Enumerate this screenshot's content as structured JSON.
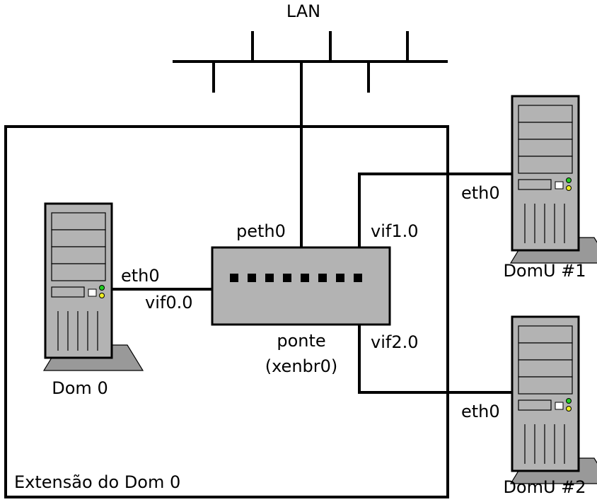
{
  "labels": {
    "lan": "LAN",
    "dom0": "Dom 0",
    "domu1": "DomU #1",
    "domu2": "DomU #2",
    "dom0_eth": "eth0",
    "domu1_eth": "eth0",
    "domu2_eth": "eth0",
    "vif00": "vif0.0",
    "vif10": "vif1.0",
    "vif20": "vif2.0",
    "peth0": "peth0",
    "bridge_line1": "ponte",
    "bridge_line2": "(xenbr0)",
    "region": "Extensão do Dom 0"
  },
  "icons": {
    "server": "server-tower-icon",
    "bridge": "network-bridge-icon"
  },
  "colors": {
    "case": "#b3b3b3",
    "led_green": "#22cc22",
    "led_yellow": "#eeee22",
    "line": "#000000"
  },
  "bridge_ports": 8
}
